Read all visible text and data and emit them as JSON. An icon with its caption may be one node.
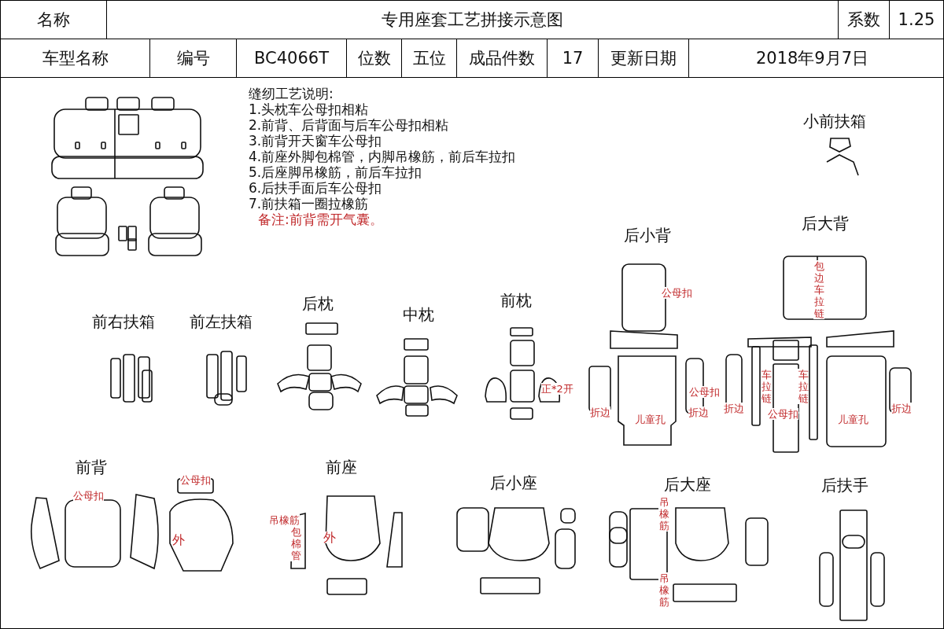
{
  "diagram": {
    "labels": [
      "名称",
      "专用座套工艺拼接示意图",
      "系数",
      "1.25",
      "车型名称",
      "编号",
      "BC4066T",
      "位数",
      "五位",
      "成品件数",
      "17",
      "更新日期",
      "2018年9月7日",
      "缝纫工艺说明:",
      "1.头枕车公母扣相粘",
      "2.前背、后背面与后车公母扣相粘",
      "3.前背开天窗车公母扣",
      "4.前座外脚包棉管，内脚吊橡筋，前后车拉扣",
      "5.后座脚吊橡筋，前后车拉扣",
      "6.后扶手面后车公母扣",
      "7.前扶箱一圈拉橡筋",
      "备注:前背需开气囊。",
      "小前扶箱",
      "后小背",
      "后大背",
      "前右扶箱",
      "前左扶箱",
      "后枕",
      "中枕",
      "前枕",
      "前背",
      "前座",
      "后小座",
      "后大座",
      "后扶手",
      "公母扣",
      "包边车拉链",
      "公母扣",
      "折边",
      "儿童孔",
      "折边",
      "折边",
      "车拉链",
      "车拉链",
      "公母扣",
      "儿童孔",
      "折边",
      "正*2开",
      "公母扣",
      "公母扣",
      "外",
      "吊橡筋",
      "包棉管",
      "外",
      "吊橡筋",
      "吊橡筋"
    ]
  }
}
